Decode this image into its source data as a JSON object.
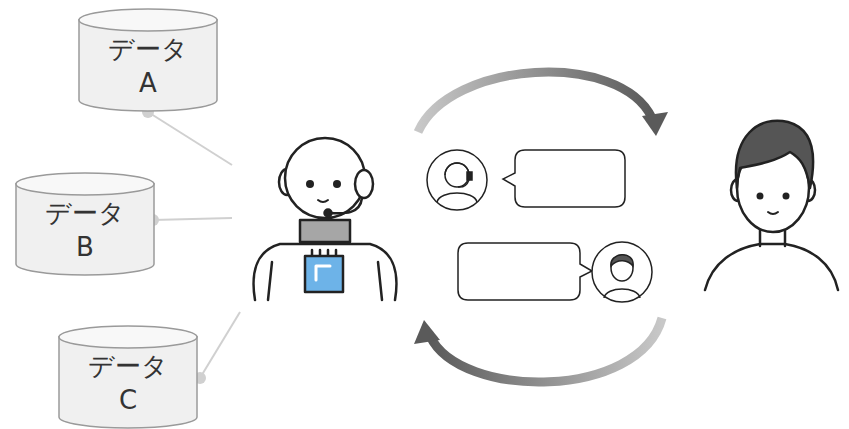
{
  "diagram": {
    "nodes": [
      {
        "text": [
          "データ A"
        ]
      },
      {
        "text": [
          "データ B"
        ]
      },
      {
        "text": [
          "データ C"
        ]
      }
    ]
  }
}
